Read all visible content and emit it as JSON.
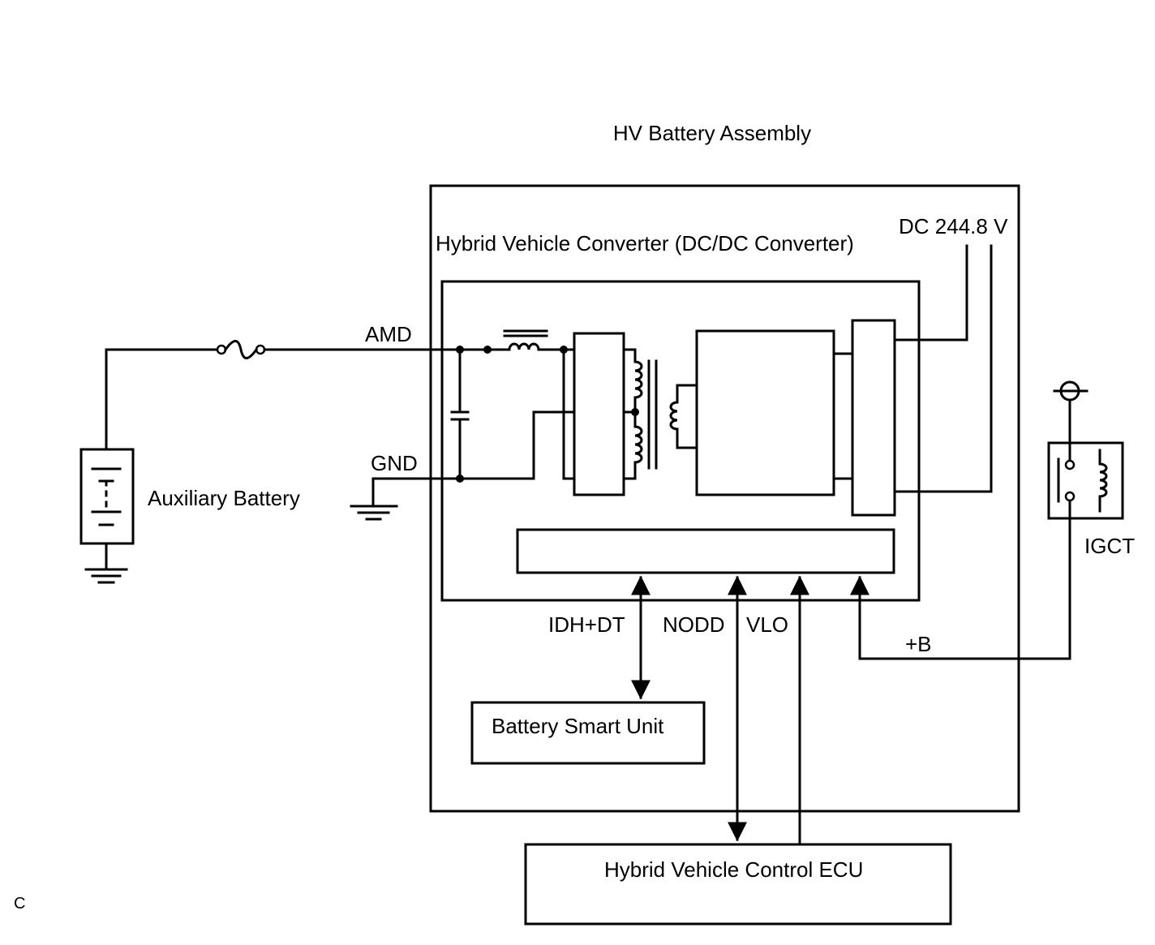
{
  "labels": {
    "hv_battery_assembly": "HV Battery Assembly",
    "converter": "Hybrid Vehicle Converter (DC/DC Converter)",
    "dc_voltage": "DC 244.8 V",
    "amd": "AMD",
    "gnd": "GND",
    "auxiliary_battery": "Auxiliary Battery",
    "igct": "IGCT",
    "idh_dt": "IDH+DT",
    "nodd": "NODD",
    "vlo": "VLO",
    "plus_b": "+B",
    "battery_smart_unit": "Battery Smart Unit",
    "control_ecu": "Hybrid Vehicle Control ECU",
    "corner_mark": "C"
  }
}
